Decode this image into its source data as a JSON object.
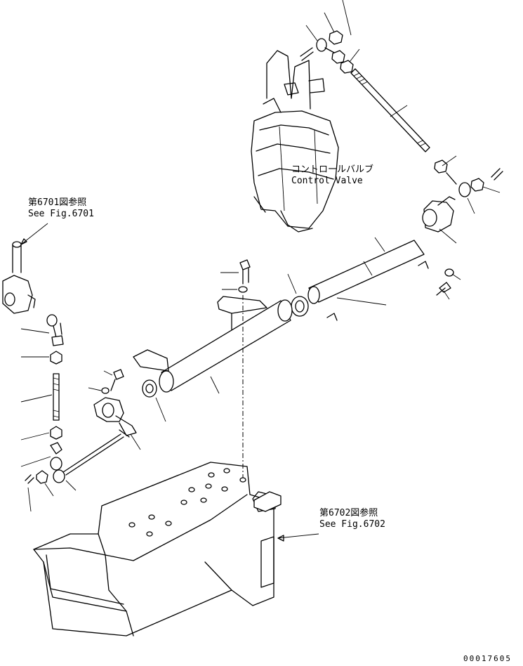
{
  "labels": {
    "control_valve_jp": "コントロールバルブ",
    "control_valve_en": "Control Valve",
    "ref_6701_jp": "第6701図参照",
    "ref_6701_en": "See Fig.6701",
    "ref_6702_jp": "第6702図参照",
    "ref_6702_en": "See Fig.6702"
  },
  "drawing_number": "00017605"
}
